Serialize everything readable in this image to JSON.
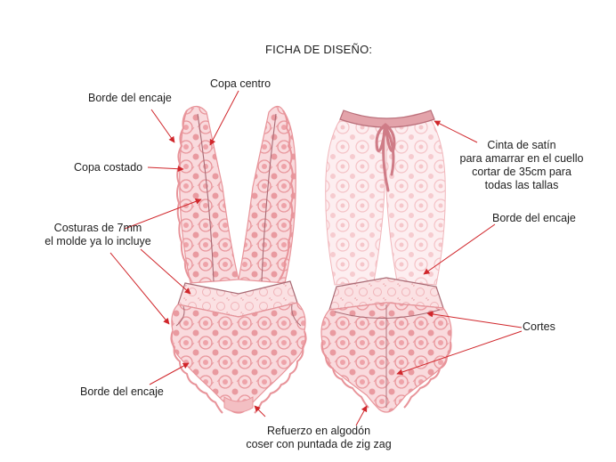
{
  "title": "FICHA DE DISEÑO:",
  "labels": {
    "borde_encaje_top_left": "Borde del encaje",
    "copa_centro": "Copa centro",
    "copa_costado": "Copa costado",
    "costuras_line1": "Costuras de 7mm",
    "costuras_line2": "el molde ya lo incluye",
    "borde_encaje_bottom_left": "Borde del encaje",
    "refuerzo_line1": "Refuerzo en algodón",
    "refuerzo_line2": "coser con puntada de zig zag",
    "cinta_line1": "Cinta de satín",
    "cinta_line2": "para amarrar en el cuello",
    "cinta_line3": "cortar de 35cm para",
    "cinta_line4": "todas las tallas",
    "borde_encaje_right": "Borde del encaje",
    "cortes": "Cortes"
  },
  "colors": {
    "lace": "#e8949a",
    "lace_light": "#f6cdd0",
    "lace_pale": "#fbe3e5",
    "seam": "#a86a74",
    "ribbon": "#cf7c87",
    "arrow": "#d0262b"
  }
}
